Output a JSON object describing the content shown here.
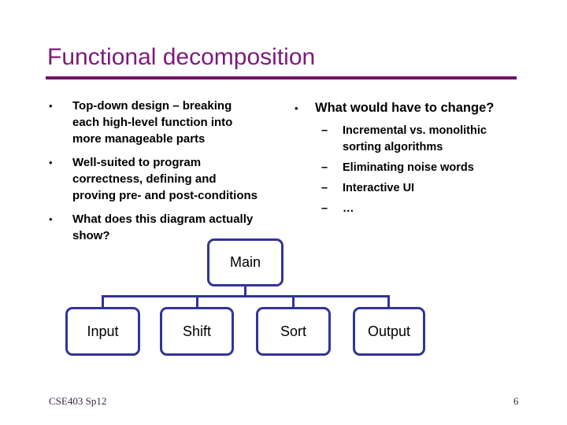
{
  "slide": {
    "title": "Functional decomposition",
    "markers": {
      "bullet": "•",
      "dash": "–"
    },
    "left_bullets": [
      "Top-down design – breaking\neach high-level function into\nmore manageable parts",
      "Well-suited to program\ncorrectness, defining and\nproving pre- and post-conditions",
      "What does this diagram actually\nshow?"
    ],
    "right": {
      "bullet": "What would have to change?",
      "sub_bullets": [
        "Incremental vs. monolithic\nsorting algorithms",
        "Eliminating noise words",
        "Interactive UI",
        "…"
      ]
    },
    "diagram": {
      "root": "Main",
      "children": [
        "Input",
        "Shift",
        "Sort",
        "Output"
      ]
    },
    "footer": {
      "course": "CSE403 Sp12",
      "page": "6"
    },
    "colors": {
      "title_purple": "#7B1B7B",
      "rule_purple": "#701465",
      "diagram_blue": "#333399",
      "footer_purple": "#3B2645"
    }
  }
}
